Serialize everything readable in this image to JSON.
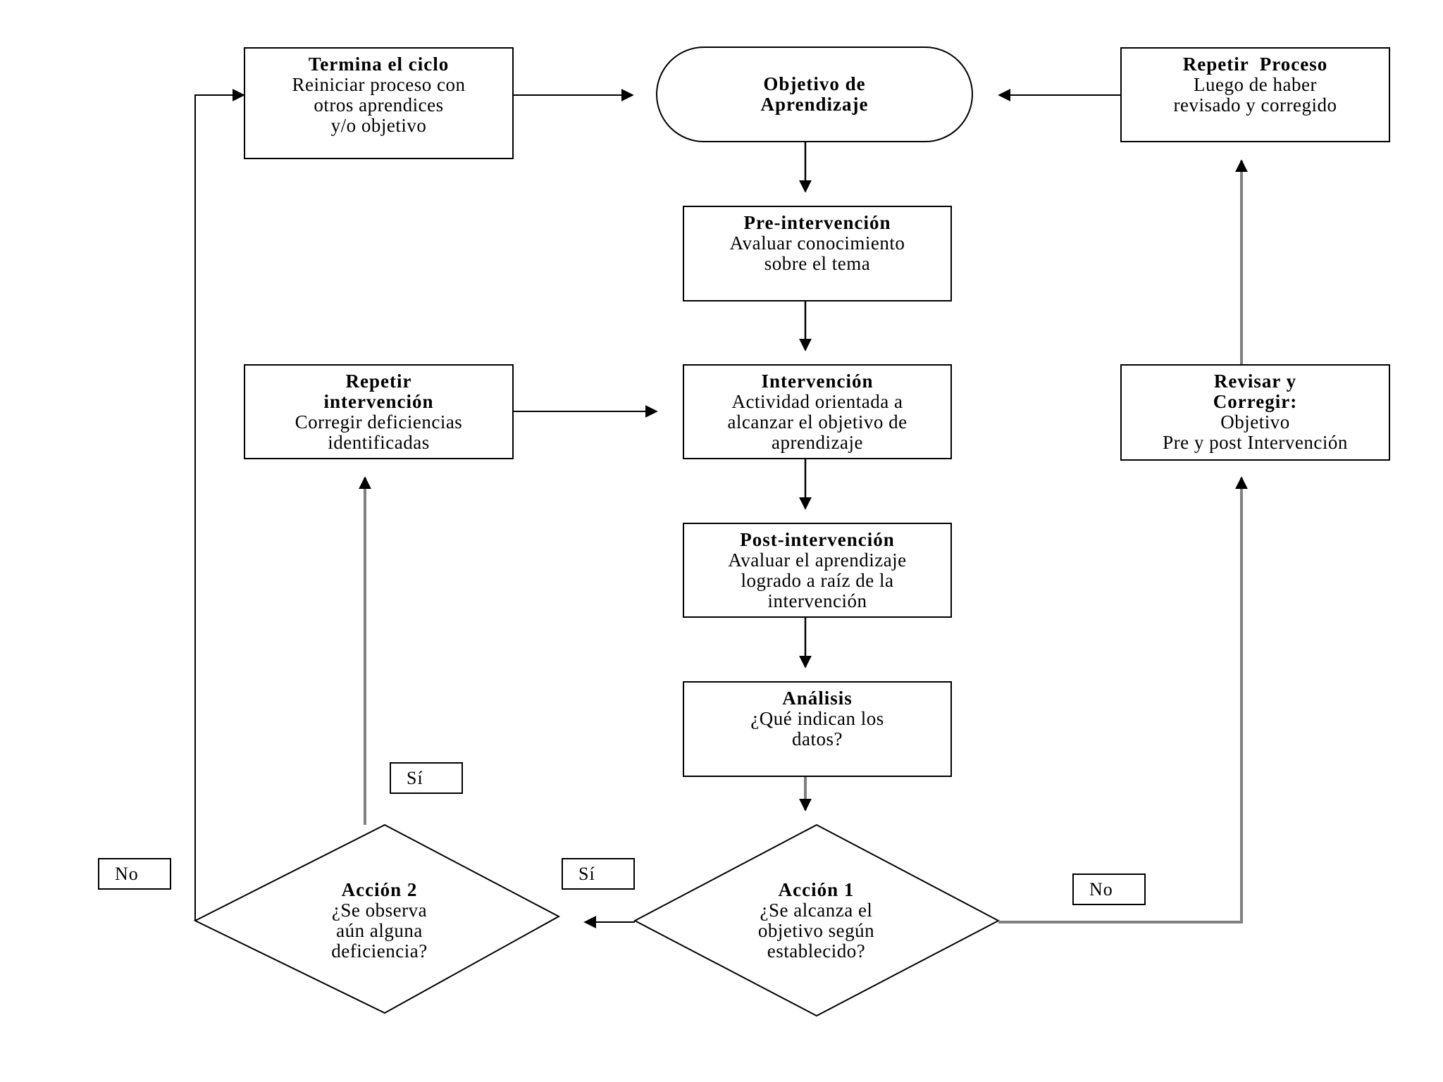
{
  "nodes": {
    "objetivo": {
      "title_line1": "Objetivo de",
      "title_line2": "Aprendizaje"
    },
    "termina": {
      "title": "Termina el ciclo",
      "body_line1": "Reiniciar proceso con",
      "body_line2": "otros aprendices",
      "body_line3": "y/o objetivo"
    },
    "repetir_proceso": {
      "title": "Repetir  Proceso",
      "body_line1": "Luego de haber",
      "body_line2": "revisado y corregido"
    },
    "pre": {
      "title": "Pre-intervención",
      "body_line1": "Avaluar conocimiento",
      "body_line2": "sobre el tema"
    },
    "repetir_intervencion": {
      "title_line1": "Repetir",
      "title_line2": "intervención",
      "body_line1": "Corregir deficiencias",
      "body_line2": "identificadas"
    },
    "intervencion": {
      "title": "Intervención",
      "body_line1": "Actividad orientada a",
      "body_line2": "alcanzar el objetivo de",
      "body_line3": "aprendizaje"
    },
    "revisar": {
      "title_line1": "Revisar y",
      "title_line2": "Corregir:",
      "body_line1": "Objetivo",
      "body_line2": "Pre y post Intervención"
    },
    "post": {
      "title": "Post-intervención",
      "body_line1": "Avaluar el aprendizaje",
      "body_line2": "logrado a raíz de la",
      "body_line3": "intervención"
    },
    "analisis": {
      "title": "Análisis",
      "body_line1": "¿Qué indican los",
      "body_line2": "datos?"
    },
    "accion1": {
      "title": "Acción 1",
      "body_line1": "¿Se alcanza el",
      "body_line2": "objetivo según",
      "body_line3": "establecido?"
    },
    "accion2": {
      "title": "Acción 2",
      "body_line1": "¿Se observa",
      "body_line2": "aún alguna",
      "body_line3": "deficiencia?"
    }
  },
  "labels": {
    "si_accion2": "Sí",
    "si_accion1": "Sí",
    "no_accion2": "No",
    "no_accion1": "No"
  },
  "colors": {
    "line": "#000000",
    "vertical_connector": "#808080",
    "background": "#ffffff"
  }
}
